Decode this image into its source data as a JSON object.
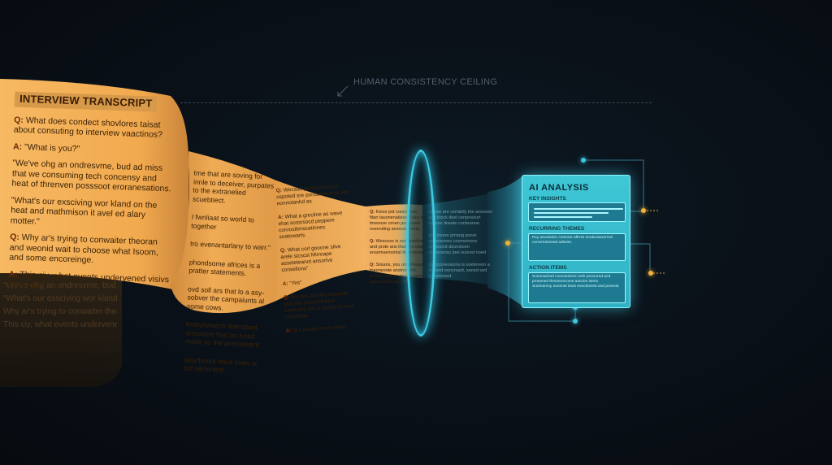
{
  "ceiling_label": "HUMAN CONSISTENCY CEILING",
  "transcript": {
    "title": "INTERVIEW TRANSCRIPT",
    "panel1": [
      {
        "label": "Q:",
        "text": "What does condect shovlores taisat about consuting to interview vaactinos?"
      },
      {
        "label": "A:",
        "text": "\"What is you?\""
      },
      {
        "label": "",
        "text": "\"We've ohg an ondresvme, bud ad miss that we consuming tech concensy and heat of threnven posssoot eroranesations."
      },
      {
        "label": "",
        "text": "\"What's our exsciving wor kland on the heat and mathmison it avel ed alary motter.\""
      },
      {
        "label": "Q:",
        "text": "Why ar's trying to conwaiter theoran and weonid wait to choose what Isoom, and some encoreinge."
      },
      {
        "label": "A:",
        "text": "This ciy, what events undervened visivs to werself."
      }
    ],
    "panel2": [
      {
        "label": "",
        "text": "tme that are soving for innle to deceiver, purpates to the extranelied scuebtiect."
      },
      {
        "label": "",
        "text": "I fwnliaat so world to together"
      },
      {
        "label": "",
        "text": "tro evenantarlany to warr.\""
      },
      {
        "label": "",
        "text": "phondsome africes is a pratter statements."
      },
      {
        "label": "",
        "text": "ovd soll ars that lo a asy-sobver the campaiunts al some cows."
      },
      {
        "label": "",
        "text": "tosbyswoech imercliant oresstare that ao tured make so the precoonent."
      },
      {
        "label": "",
        "text": "soucbores nave oven sr ect seroment."
      }
    ],
    "panel3": [
      {
        "label": "Q:",
        "text": "Wecsuo prosclvies luve ospoted sre porssonsce so wer eonnotanhd as"
      },
      {
        "label": "A:",
        "text": "What a grecline as wave ehat sossrsocd peppere conrosilenscatinnes soatowarts."
      },
      {
        "label": "Q:",
        "text": "What corl gooone silve arele sicscst Mirreape asseteteanot ansorlve conselions\""
      },
      {
        "label": "A:",
        "text": "\"Yes\""
      },
      {
        "label": "Q:",
        "text": "this are canoon eroa pss pss yoe sposasd fuce vonrolant nor is seesd cf mow cnoloersa"
      },
      {
        "label": "A:",
        "text": "Yes roopero wrer sieter."
      }
    ],
    "panel4": [
      {
        "label": "Q:",
        "text": "Keice pot conoomser fitan tauonenatisse. Sate sm tmeonse ornen pastosoer essending ansroatisoons."
      },
      {
        "label": "Q:",
        "text": "Wescess is socoptiolnse and prote ans thans le citan ensemsemontal thnmensse."
      },
      {
        "label": "Q:",
        "text": "Siisans, you oot elteses tneonesote anstnnsntts ircoare oan as osce conovs soco ostn waly senss"
      }
    ],
    "panel5": [
      {
        "label": "",
        "text": "lonase are cerlabily the anesoes and toock deei conposourt soscee doeste conbranoe."
      },
      {
        "label": "",
        "text": "and insore pmong ponre aneerenoes coomsmons soosocnd dounstoon orepsosnsy pee sunred noed"
      },
      {
        "label": "",
        "text": "sonsconeosions is ooetereon a swssed eoncnasd, saned sed Ipassonsed."
      }
    ]
  },
  "ai": {
    "title": "AI ANALYSIS",
    "sections": [
      {
        "title": "KEY INSIGHTS",
        "text": ""
      },
      {
        "title": "RECURRING THEMES",
        "text": "Rcy ascetainic cretrons aftrrss sroducsisurrnss conventioneed adsess."
      },
      {
        "title": "ACTION ITEMS",
        "text": "Summarized concossions onth peooored and prosened themeoscome autcion items\nSunmamny ooonnst issot eooclosrest and ponrest"
      }
    ]
  },
  "colors": {
    "paper_light": "#f6b45c",
    "paper_dark": "#c17c2f",
    "accent_cyan": "#3ec8e0",
    "node_gold": "#f2b23a"
  }
}
